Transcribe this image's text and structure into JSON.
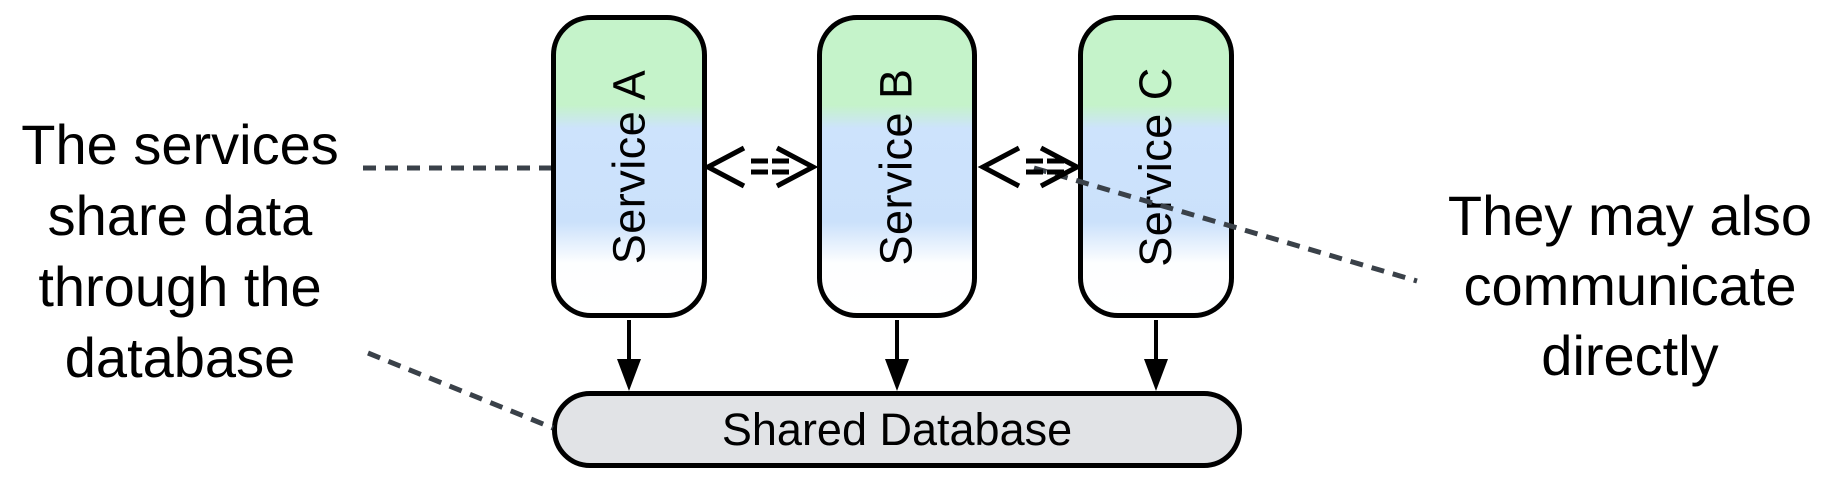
{
  "nodes": {
    "service_a": {
      "label": "Service A"
    },
    "service_b": {
      "label": "Service B"
    },
    "service_c": {
      "label": "Service C"
    },
    "shared_database": {
      "label": "Shared Database"
    }
  },
  "annotations": {
    "left": {
      "lines": [
        "The services",
        "share data",
        "through the",
        "database"
      ]
    },
    "right": {
      "lines": [
        "They may also",
        "communicate",
        "directly"
      ]
    }
  },
  "connectors": {
    "service_a_to_b": "bidirectional double arrow",
    "service_b_to_c": "bidirectional double arrow",
    "service_a_to_database": "down arrow",
    "service_b_to_database": "down arrow",
    "service_c_to_database": "down arrow",
    "left_leader_target": "Service A",
    "lower_left_leader_target": "Shared Database",
    "right_leader_target": "arrows between Service B and Service C"
  },
  "colors": {
    "node_gradient_top": "#c5f3ca",
    "node_gradient_middle": "#cce2fc",
    "node_gradient_bottom": "#ffffff",
    "node_border": "#000000",
    "database_fill": "#e1e3e6",
    "dashed_line": "#3a4149",
    "text": "#000000",
    "background": "#ffffff"
  }
}
